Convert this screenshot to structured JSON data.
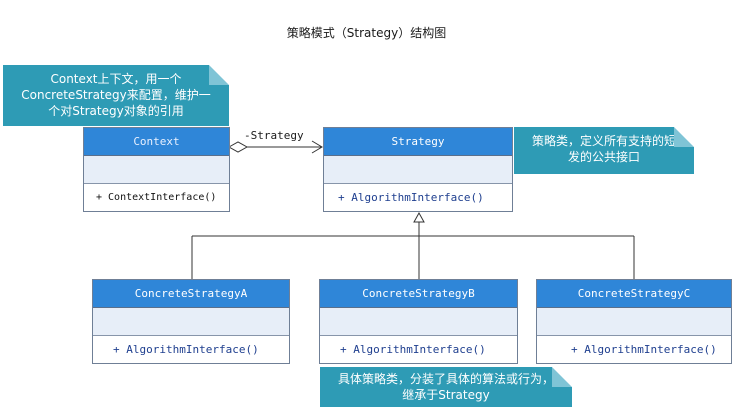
{
  "title": "策略模式（Strategy）结构图",
  "context": {
    "name": "Context",
    "operation": "+ ContextInterface()"
  },
  "strategy": {
    "name": "Strategy",
    "operation": "+ AlgorithmInterface()"
  },
  "concrete": [
    {
      "name": "ConcreteStrategyA",
      "operation": "+ AlgorithmInterface()"
    },
    {
      "name": "ConcreteStrategyB",
      "operation": "+ AlgorithmInterface()"
    },
    {
      "name": "ConcreteStrategyC",
      "operation": "+ AlgorithmInterface()"
    }
  ],
  "association_label": "-Strategy",
  "notes": {
    "context": [
      "Context上下文，用一个",
      "ConcreteStrategy来配置，维护一",
      "个对Strategy对象的引用"
    ],
    "strategy": [
      "策略类，定义所有支持的短",
      "发的公共接口"
    ],
    "concrete": [
      "具体策略类，分装了具体的算法或行为，",
      "继承于Strategy"
    ]
  },
  "colors": {
    "class_header": "#2f86d8",
    "class_body": "#e7eef8",
    "note": "#2e9bb5"
  }
}
